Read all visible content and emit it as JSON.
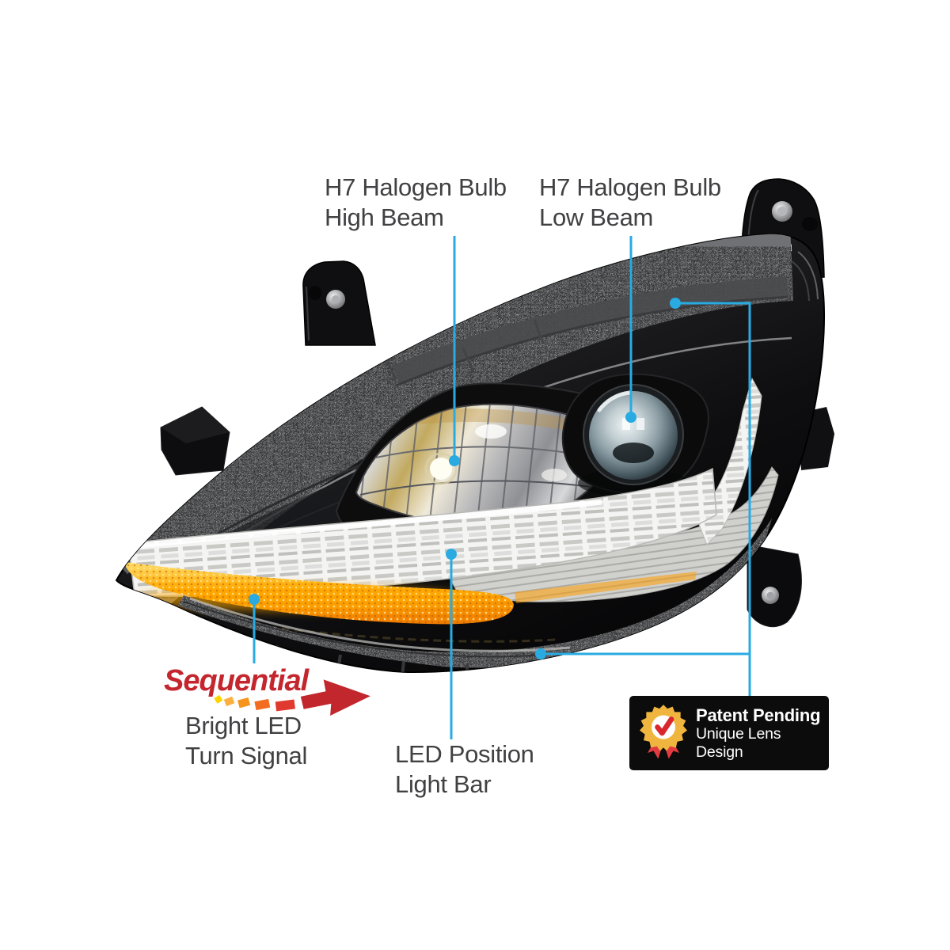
{
  "colors": {
    "page_bg": "#ffffff",
    "callout_line": "#29abe2",
    "label_text": "#414042",
    "sequential_red": "#c4262e",
    "arrow_yellow": "#ffd400",
    "arrow_orange": "#f7941d",
    "arrow_red": "#c1272d",
    "badge_bg": "#0c0c0c",
    "badge_text": "#ffffff",
    "badge_gold": "#f0b53e",
    "badge_check_red": "#d9272e",
    "badge_ribbon_red": "#e23b3f",
    "turn_signal_amber": "#ffa800"
  },
  "callouts": {
    "high_beam": {
      "line1": "H7 Halogen Bulb",
      "line2": "High Beam"
    },
    "low_beam": {
      "line1": "H7 Halogen Bulb",
      "line2": "Low Beam"
    },
    "position_bar": {
      "line1": "LED Position",
      "line2": "Light Bar"
    },
    "turn_signal": {
      "tag": "Sequential",
      "line1": "Bright LED",
      "line2": "Turn Signal"
    }
  },
  "badge": {
    "title": "Patent Pending",
    "line1": "Unique Lens",
    "line2": "Design"
  },
  "icons": {
    "badge_icon": "rosette-check-icon",
    "arrow_icon": "sequential-arrow-icon"
  }
}
